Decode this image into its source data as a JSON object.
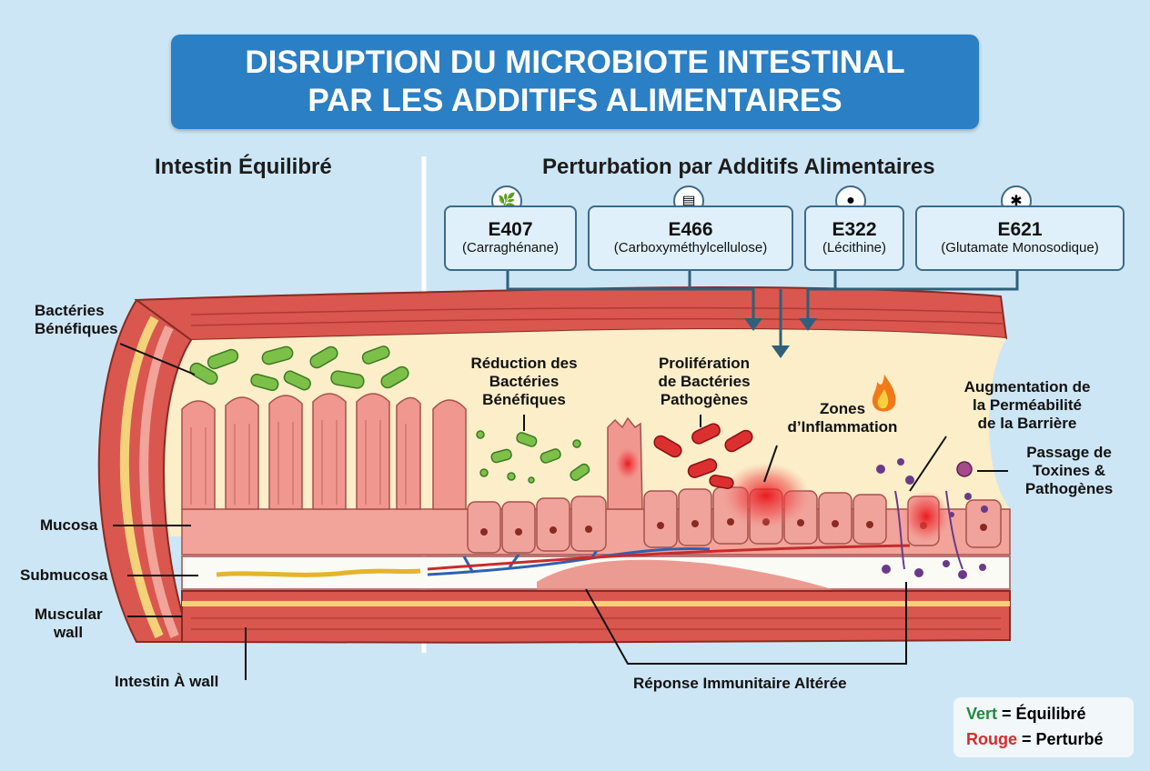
{
  "title": {
    "line1": "DISRUPTION DU MICROBIOTE INTESTINAL",
    "line2": "PAR LES ADDITIFS ALIMENTAIRES"
  },
  "left_section": {
    "heading": "Intestin Équilibré"
  },
  "right_section": {
    "heading": "Perturbation par Additifs Alimentaires"
  },
  "additives": [
    {
      "code": "E407",
      "name": "(Carraghénane)",
      "icon": "seaweed-icon"
    },
    {
      "code": "E466",
      "name": "(Carboxyméthylcellulose)",
      "icon": "powder-box-icon"
    },
    {
      "code": "E322",
      "name": "(Lécithine)",
      "icon": "soybean-icon"
    },
    {
      "code": "E621",
      "name": "(Glutamate Monosodique)",
      "icon": "crystals-icon"
    }
  ],
  "left_labels": {
    "beneficial_bacteria": [
      "Bactéries",
      "Bénéfiques"
    ],
    "mucosa": "Mucosa",
    "submucosa": "Submucosa",
    "muscular_wall": [
      "Muscular",
      "wall"
    ],
    "intestine_wall": "Intestin À wall"
  },
  "right_labels": {
    "reduction": [
      "Réduction des",
      "Bactéries",
      "Bénéfiques"
    ],
    "proliferation": [
      "Prolifération",
      "de Bactéries",
      "Pathogènes"
    ],
    "inflammation": [
      "Zones",
      "d’Inflammation"
    ],
    "permeability": [
      "Augmentation de",
      "la Perméabilité",
      "de la Barrière"
    ],
    "toxins": [
      "Passage de",
      "Toxines &",
      "Pathogènes"
    ],
    "immune": "Réponse Immunitaire Altérée"
  },
  "legend": {
    "green_word": "Vert",
    "green_rest": "= Équilibré",
    "red_word": "Rouge",
    "red_rest": "= Perturbé"
  },
  "colors": {
    "title_bg": "#2b7fc4",
    "balanced": "#1e8a3a",
    "disrupted": "#d92b2b",
    "muscle": "#d9574e",
    "mucosa": "#f2a49a",
    "lumen": "#fbeec9",
    "bacteria_good": "#7cc04a",
    "bacteria_bad": "#dc3030",
    "connector": "#2f5f7a"
  }
}
